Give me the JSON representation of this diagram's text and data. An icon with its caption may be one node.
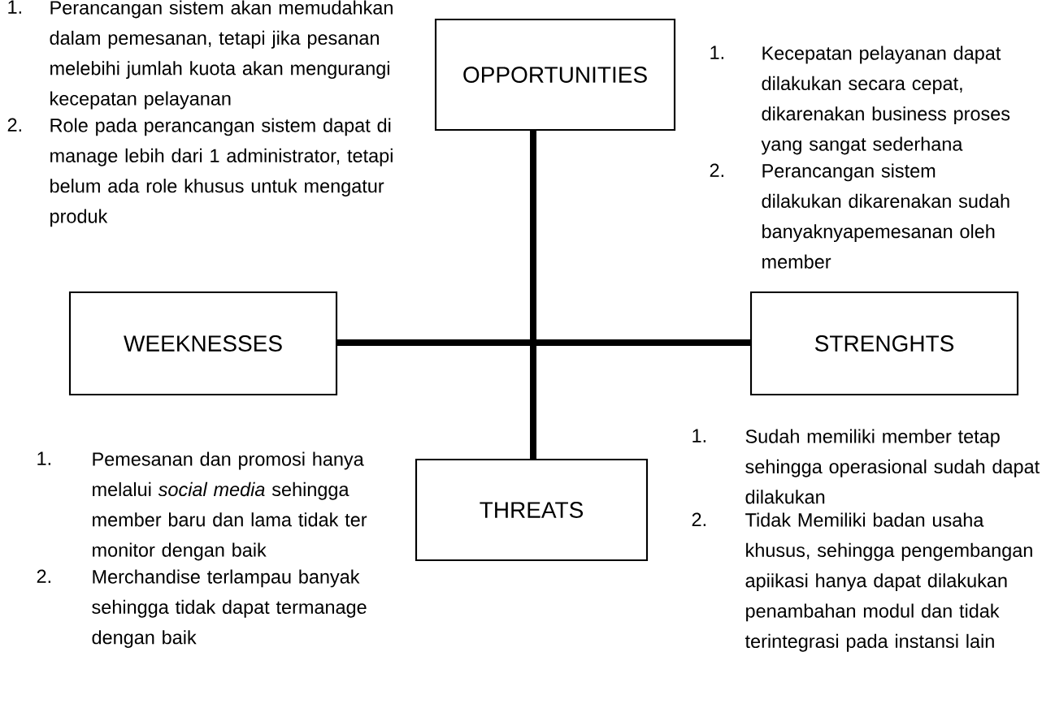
{
  "diagram": {
    "nodes": [
      {
        "text": [
          "OPPORTUNITIES"
        ]
      },
      {
        "text": [
          "WEEKNESSES"
        ]
      },
      {
        "text": [
          "STRENGHTS"
        ]
      },
      {
        "text": [
          "THREATS"
        ]
      }
    ],
    "edges": [
      {
        "from": 0,
        "to": 3,
        "arrow": "none"
      },
      {
        "from": 1,
        "to": 2,
        "arrow": "none"
      }
    ],
    "labels": [
      "1.",
      "Perancangan sistem akan memudahkan dalam pemesanan, tetapi jika pesanan melebihi jumlah kuota akan mengurangi kecepatan pelayanan",
      "2.",
      "Role pada perancangan sistem dapat di manage lebih dari 1 administrator, tetapi belum ada role khusus untuk mengatur produk",
      "1.",
      "Kecepatan pelayanan dapat dilakukan secara cepat, dikarenakan business proses yang sangat sederhana",
      "2.",
      "Perancangan sistem dilakukan dikarenakan sudah banyaknyapemesanan oleh member",
      "1.",
      "Pemesanan dan promosi hanya melalui *social media* sehingga member baru dan lama tidak ter monitor dengan baik",
      "2.",
      "Merchandise terlampau banyak sehingga tidak dapat termanage dengan baik",
      "1.",
      "Sudah memiliki member tetap sehingga operasional sudah dapat dilakukan",
      "2.",
      "Tidak Memiliki badan usaha khusus, sehingga pengembangan apiikasi hanya dapat dilakukan penambahan modul dan tidak terintegrasi pada instansi lain"
    ]
  }
}
